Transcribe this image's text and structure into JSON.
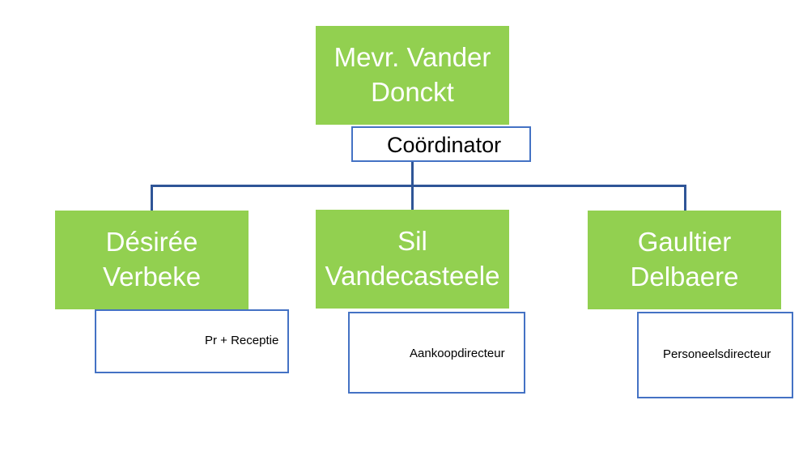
{
  "chart": {
    "root": {
      "name_line1": "Mevr. Vander",
      "name_line2": "Donckt",
      "role": "Coördinator"
    },
    "children": [
      {
        "name_line1": "Désirée",
        "name_line2": "Verbeke",
        "role": "Pr + Receptie"
      },
      {
        "name_line1": "Sil",
        "name_line2": "Vandecasteele",
        "role": "Aankoopdirecteur"
      },
      {
        "name_line1": "Gaultier",
        "name_line2": "Delbaere",
        "role": "Personeelsdirecteur"
      }
    ]
  },
  "colors": {
    "node_fill": "#92d050",
    "role_border": "#4472c4",
    "connector": "#2f5597"
  }
}
